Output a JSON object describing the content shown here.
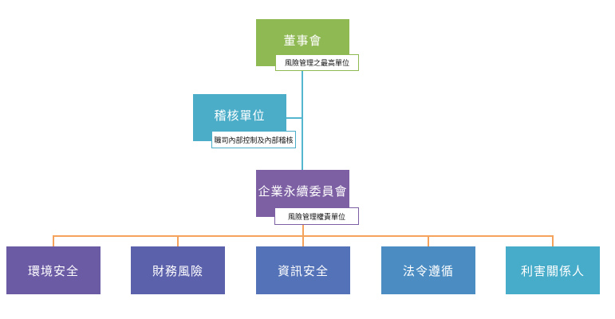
{
  "diagram": {
    "board": {
      "label": "董事會",
      "tag": "風險管理之最高單位"
    },
    "audit": {
      "label": "稽核單位",
      "tag": "職司內部控制及內部稽核"
    },
    "committee": {
      "label": "企業永續委員會",
      "tag": "風險管理權責單位"
    },
    "children": [
      {
        "label": "環境安全"
      },
      {
        "label": "財務風險"
      },
      {
        "label": "資訊安全"
      },
      {
        "label": "法令遵循"
      },
      {
        "label": "利害關係人"
      }
    ]
  },
  "colors": {
    "board": "#8fb952",
    "audit": "#4cadc9",
    "committee": "#7d5fa3",
    "child_1": "#6b5aa4",
    "child_2": "#5c61ac",
    "child_3": "#5472b7",
    "child_4": "#4b8dc2",
    "child_5": "#47acc9",
    "line_blue": "#55b6cf",
    "line_orange": "#f5a25d"
  }
}
